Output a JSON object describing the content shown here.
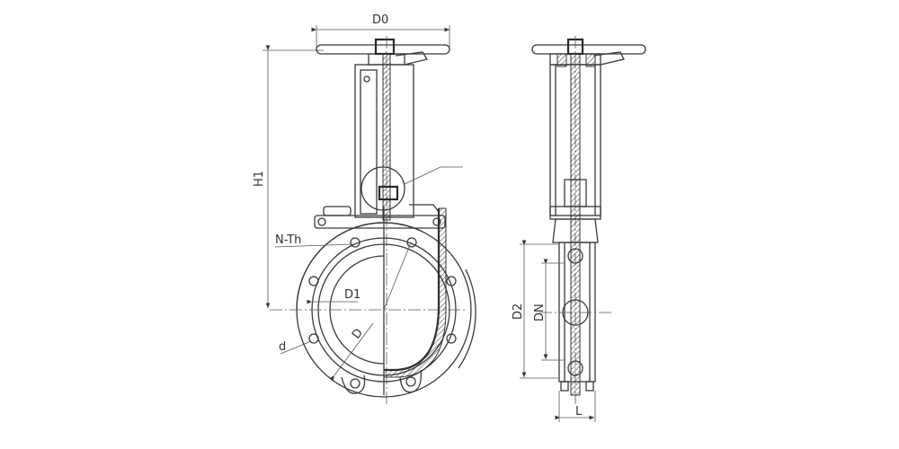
{
  "labels": {
    "d0": "D0",
    "h1": "H1",
    "n_th": "N-Th",
    "d1": "D1",
    "d": "d",
    "d_outer": "D",
    "d2": "D2",
    "dn": "DN",
    "l": "L"
  }
}
